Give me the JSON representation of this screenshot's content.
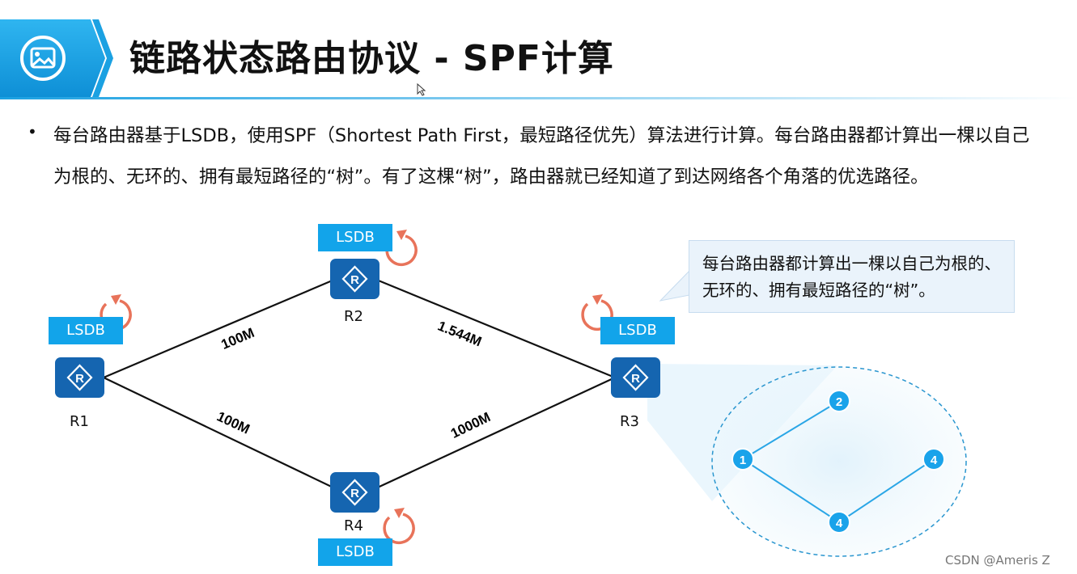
{
  "title": "链路状态路由协议 - SPF计算",
  "bullet": "每台路由器基于LSDB，使用SPF（Shortest Path First，最短路径优先）算法进行计算。每台路由器都计算出一棵以自己为根的、无环的、拥有最短路径的“树”。有了这棵“树”，路由器就已经知道了到达网络各个角落的优选路径。",
  "callout": "每台路由器都计算出一棵以自己为根的、无环的、拥有最短路径的“树”。",
  "lsdb_label": "LSDB",
  "routers": {
    "r1": "R1",
    "r2": "R2",
    "r3": "R3",
    "r4": "R4"
  },
  "links": {
    "r1_r2": "100M",
    "r2_r3": "1.544M",
    "r1_r4": "100M",
    "r4_r3": "1000M"
  },
  "tree_nodes": {
    "root": "1",
    "top": "2",
    "bottom": "4",
    "right": "4"
  },
  "watermark": "CSDN @Ameris Z",
  "colors": {
    "header_blue": "#1ba1e2",
    "router_blue": "#1565b0",
    "lsdb_blue": "#12a4ea",
    "refresh_orange": "#e8735a",
    "tree_blue": "#1aa3ea"
  }
}
